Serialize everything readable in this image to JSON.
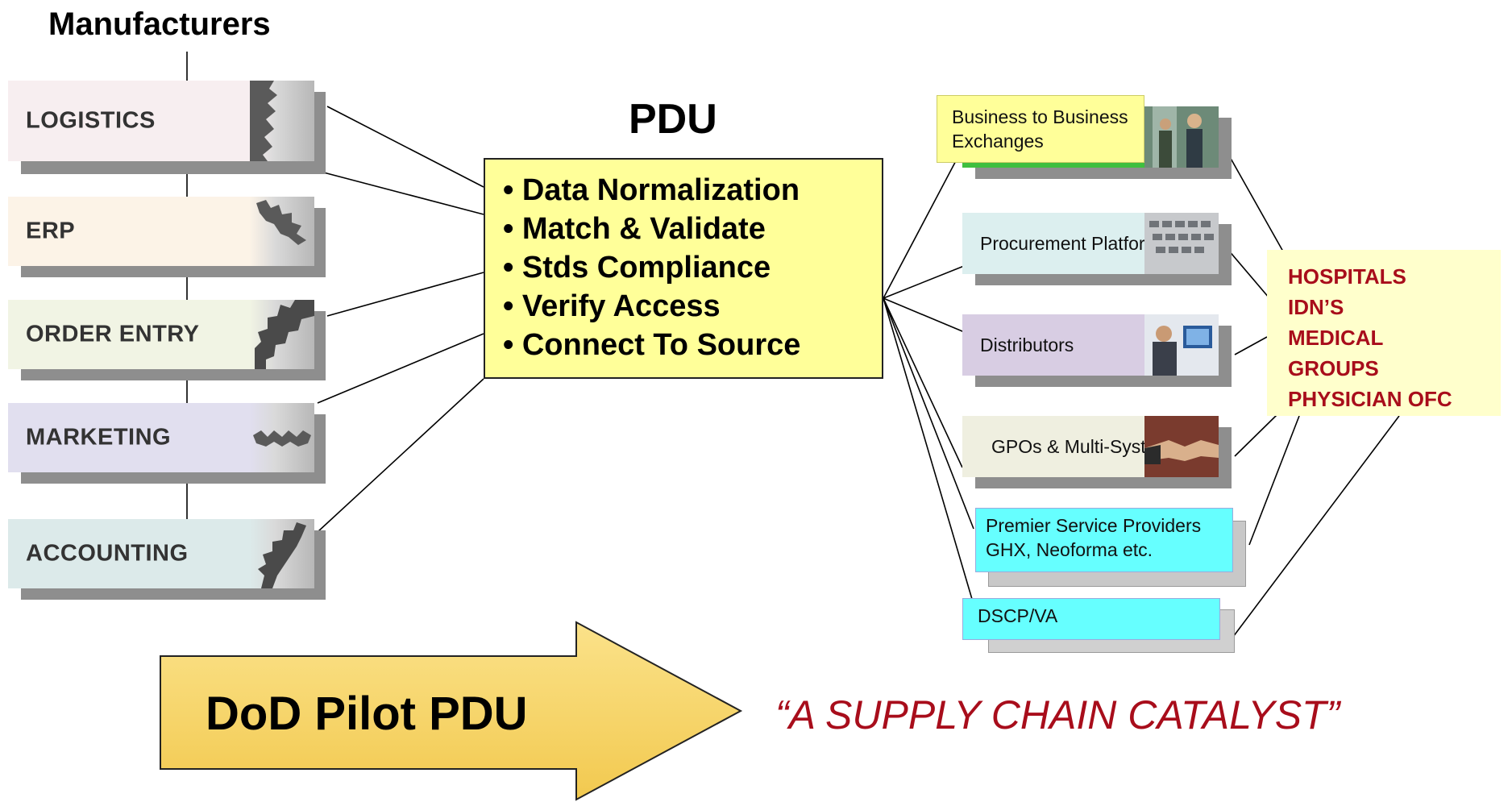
{
  "manufacturers": {
    "title": "Manufacturers",
    "items": [
      {
        "label": "LOGISTICS",
        "bg": "#f7eef0"
      },
      {
        "label": "ERP",
        "bg": "#fcf3e7"
      },
      {
        "label": "ORDER ENTRY",
        "bg": "#f1f4e4"
      },
      {
        "label": "MARKETING",
        "bg": "#e1dfef"
      },
      {
        "label": "ACCOUNTING",
        "bg": "#dceaea"
      }
    ]
  },
  "pdu": {
    "title": "PDU",
    "items": [
      "• Data Normalization",
      "• Match & Validate",
      "• Stds Compliance",
      "• Verify Access",
      "• Connect To Source"
    ]
  },
  "channels": {
    "b2b": "Business to Business Exchanges",
    "procurement": "Procurement Platforms",
    "distributors": "Distributors",
    "gpos": "GPOs & Multi-Systems",
    "premier_line1": "Premier Service Providers",
    "premier_line2": "GHX, Neoforma etc.",
    "dscp": "DSCP/VA"
  },
  "customers": {
    "items": [
      "HOSPITALS",
      "IDN’S",
      "MEDICAL",
      "GROUPS",
      "PHYSICIAN OFC"
    ]
  },
  "bottom": {
    "pilot": "DoD Pilot PDU",
    "tagline": "“A SUPPLY CHAIN CATALYST”"
  },
  "colors": {
    "pdu_fill": "#ffff99",
    "customer_text": "#a80d1b",
    "customer_fill": "#ffffcc",
    "arrow_fill": "#f7d46a",
    "cyan_label": "#66ffff"
  }
}
